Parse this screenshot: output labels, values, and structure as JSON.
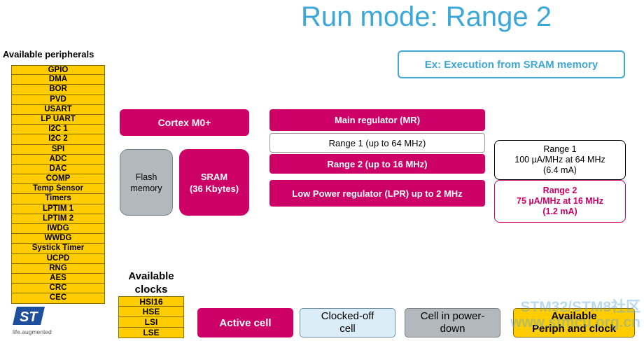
{
  "title": "Run mode: Range 2",
  "example_box": "Ex: Execution from SRAM memory",
  "peripherals": {
    "title": "Available peripherals",
    "items": [
      "GPIO",
      "DMA",
      "BOR",
      "PVD",
      "USART",
      "LP UART",
      "I2C 1",
      "I2C 2",
      "SPI",
      "ADC",
      "DAC",
      "COMP",
      "Temp Sensor",
      "Timers",
      "LPTIM 1",
      "LPTIM 2",
      "IWDG",
      "WWDG",
      "Systick Timer",
      "UCPD",
      "RNG",
      "AES",
      "CRC",
      "CEC"
    ]
  },
  "blocks": {
    "cortex": "Cortex M0+",
    "flash_line1": "Flash",
    "flash_line2": "memory",
    "sram_line1": "SRAM",
    "sram_line2": "(36 Kbytes)"
  },
  "regulators": {
    "main": "Main regulator (MR)",
    "range1": "Range 1 (up to 64 MHz)",
    "range2": "Range 2 (up to 16 MHz)",
    "lpr": "Low Power regulator (LPR) up to 2 MHz"
  },
  "info_range1": {
    "line1": "Range 1",
    "line2": "100 µA/MHz  at 64 MHz",
    "line3": "(6.4 mA)"
  },
  "info_range2": {
    "line1": "Range 2",
    "line2": "75 µA/MHz at 16 MHz",
    "line3": "(1.2 mA)"
  },
  "clocks": {
    "title_line1": "Available",
    "title_line2": "clocks",
    "items": [
      "HSI16",
      "HSE",
      "LSI",
      "LSE"
    ]
  },
  "legend": {
    "active": "Active cell",
    "clocked_off_line1": "Clocked-off",
    "clocked_off_line2": "cell",
    "power_down_line1": "Cell in power-",
    "power_down_line2": "down",
    "available_line1": "Available",
    "available_line2": "Periph and clock"
  },
  "logo": {
    "tagline": "life.augmented"
  },
  "watermark": {
    "line1": "STM32/STM8社区",
    "line2": "www.stmcu.org.cn"
  },
  "colors": {
    "accent": "#3ca8d8",
    "magenta": "#cc0066",
    "yellow": "#ffcc00",
    "gray": "#b3b8bd",
    "light_blue": "#dbeef8"
  }
}
